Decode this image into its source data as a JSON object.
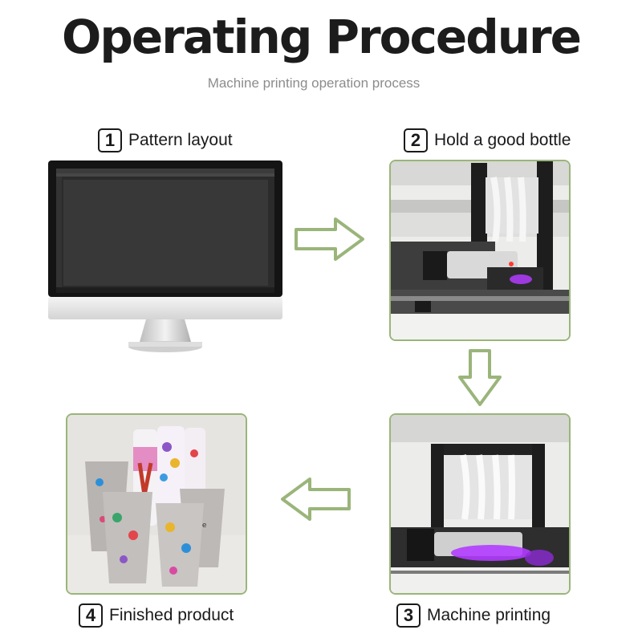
{
  "header": {
    "title": "Operating Procedure",
    "subtitle": "Machine printing operation process"
  },
  "steps": [
    {
      "number": "1",
      "label": "Pattern layout"
    },
    {
      "number": "2",
      "label": "Hold a good bottle"
    },
    {
      "number": "3",
      "label": "Machine printing"
    },
    {
      "number": "4",
      "label": "Finished product"
    }
  ],
  "colors": {
    "accent": "#9ab57a",
    "title": "#1c1c1c",
    "subtitle": "#8c8c8c",
    "uv_light": "#b13cff"
  },
  "icons": [
    "arrow-right-icon",
    "arrow-down-icon",
    "arrow-left-icon"
  ]
}
